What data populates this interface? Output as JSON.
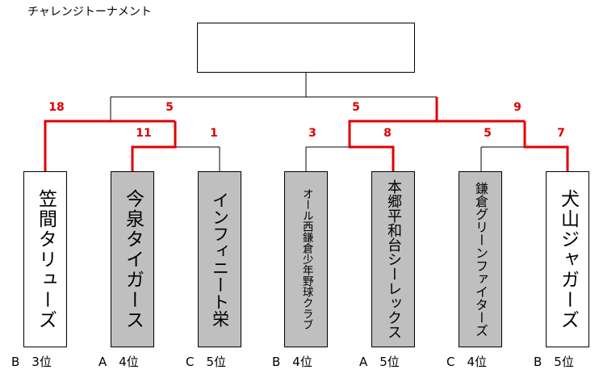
{
  "title": "チャレンジトーナメント",
  "champion_box_label": "",
  "teams": [
    {
      "name": "笠間タリューズ",
      "seed": "B　3位",
      "fill": "white"
    },
    {
      "name": "今泉タイガース",
      "seed": "A　4位",
      "fill": "grey"
    },
    {
      "name": "インフィニート栄",
      "seed": "C　5位",
      "fill": "grey"
    },
    {
      "name": "オール西鎌倉少年野球クラブ",
      "seed": "B　4位",
      "fill": "grey"
    },
    {
      "name": "本郷平和台シーレックス",
      "seed": "A　5位",
      "fill": "grey"
    },
    {
      "name": "鎌倉グリーンファイターズ",
      "seed": "C　4位",
      "fill": "grey"
    },
    {
      "name": "犬山ジャガーズ",
      "seed": "B　5位",
      "fill": "white"
    }
  ],
  "scores": {
    "r1_tamaizumi": "11",
    "r1_infinito": "1",
    "r1_nishikamakura": "3",
    "r1_hongo": "8",
    "r1_green": "5",
    "r1_inuyama": "7",
    "r2_kasama": "18",
    "r2_left_winner": "5",
    "r2_hongo_side": "5",
    "r2_right_winner": "9"
  },
  "colors": {
    "winner_line": "#e00000",
    "loser_line": "#000000",
    "score_text": "#e00000",
    "grey_box": "#bfbfbf"
  }
}
